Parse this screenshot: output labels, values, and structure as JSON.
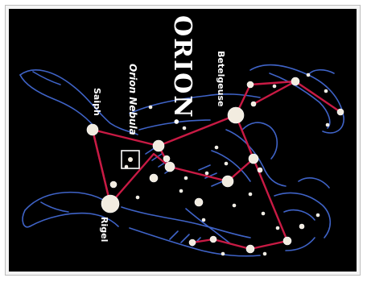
{
  "title": "ORION.",
  "labels": {
    "betelgeuse": "Betelgeuse",
    "nebula": "Orion Nebula",
    "saiph": "Saiph",
    "rigel": "Rigel"
  },
  "colors": {
    "background": "#000000",
    "figure_outline": "#3f63c7",
    "constellation_lines": "#c81a44",
    "stars": "#f2ece0"
  },
  "icons": [
    "orion-figure-icon",
    "stars-icon",
    "nebula-box-icon"
  ]
}
